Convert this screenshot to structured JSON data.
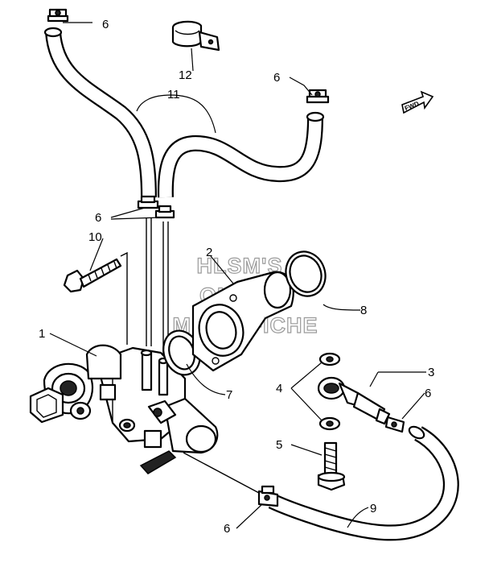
{
  "callouts": {
    "c1": "1",
    "c2": "2",
    "c3": "3",
    "c4": "4",
    "c5": "5",
    "c6a": "6",
    "c6b": "6",
    "c6c": "6",
    "c6d": "6",
    "c6e": "6",
    "c7": "7",
    "c8": "8",
    "c9": "9",
    "c10": "10",
    "c11": "11",
    "c12": "12"
  },
  "watermark": {
    "line1": "HLSM'S",
    "line2": "ONLINE",
    "line3": "MICROFICHE"
  },
  "fwd_label": "FWD",
  "colors": {
    "ink": "#000000",
    "watermark": "#9a9a9a",
    "background": "#ffffff"
  }
}
